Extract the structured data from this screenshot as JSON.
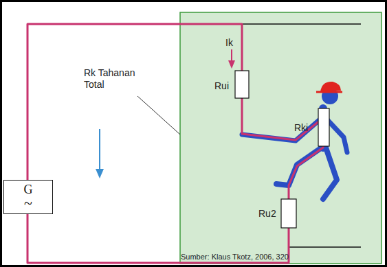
{
  "diagram": {
    "nodes": [
      {
        "text": [
          "G",
          "~"
        ]
      }
    ],
    "labels": [
      "Ik",
      "Rui",
      "Rk Tahanan Total",
      "Rki",
      "Ru2",
      "Sumber: Klaus Tkotz, 2006, 320"
    ]
  }
}
